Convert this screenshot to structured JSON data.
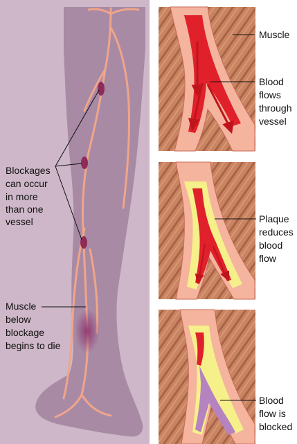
{
  "labels": {
    "blockages": [
      "Blockages",
      "can occur",
      "in more",
      "than one",
      "vessel"
    ],
    "muscle_die": [
      "Muscle",
      "below",
      "blockage",
      "begins to die"
    ],
    "muscle": [
      "Muscle"
    ],
    "blood_flows": [
      "Blood",
      "flows",
      "through",
      "vessel"
    ],
    "plaque": [
      "Plaque",
      "reduces",
      "blood",
      "flow"
    ],
    "blocked": [
      "Blood",
      "flow is",
      "blocked"
    ]
  },
  "colors": {
    "leg_panel": "#cdb7c8",
    "leg_skin": "#a88aa5",
    "artery": "#f0a58a",
    "blockage": "#8e2c57",
    "muscle": "#c98461",
    "vessel_wall": "#f4b49e",
    "blood": "#e0202a",
    "plaque": "#f6f08a",
    "clot": "#b583c0"
  }
}
